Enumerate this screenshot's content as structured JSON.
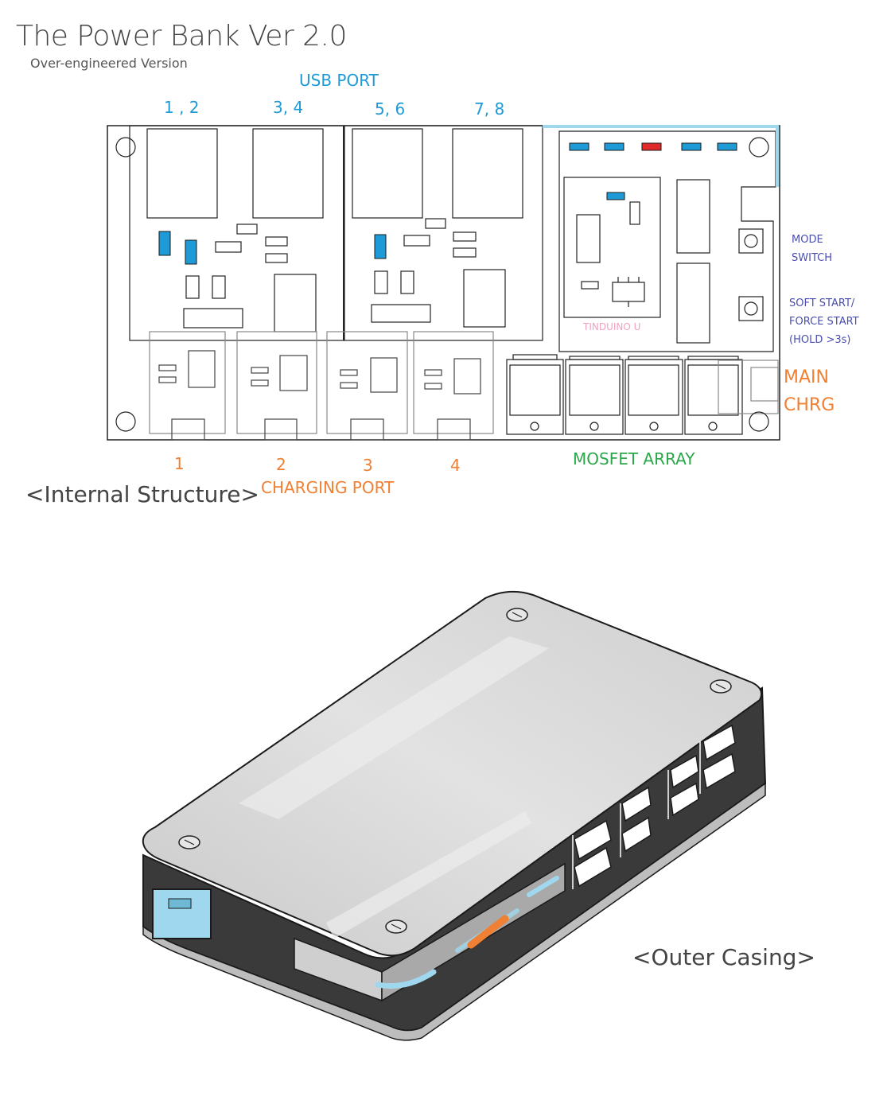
{
  "title": "The Power Bank Ver 2.0",
  "subtitle": "Over-engineered Version",
  "usb": {
    "heading": "USB PORT",
    "groups": [
      "1 , 2",
      "3, 4",
      "5, 6",
      "7, 8"
    ]
  },
  "charging": {
    "heading": "CHARGING PORT",
    "ports": [
      "1",
      "2",
      "3",
      "4"
    ]
  },
  "mosfet_label": "MOSFET ARRAY",
  "mcu_label": "TINDUINO U",
  "mode_switch": {
    "line1": "MODE",
    "line2": "SWITCH"
  },
  "soft_start": {
    "line1": "SOFT START/",
    "line2": "FORCE START",
    "line3": "(HOLD >3s)"
  },
  "main_chrg": {
    "line1": "MAIN",
    "line2": "CHRG"
  },
  "section_internal": "<Internal Structure>",
  "section_outer": "<Outer Casing>",
  "colors": {
    "usb_label": "#1e9ad6",
    "charging_label": "#f08033",
    "mosfet_label": "#2aa84a",
    "switch_label": "#4a4eb0",
    "led_blue": "#1e9ad6",
    "led_red": "#e02a2a",
    "mcu_label": "#f4a0c0",
    "case_dark": "#3a3a3a",
    "case_top": "#d6d6d6",
    "accent_lightblue": "#9fd8ee",
    "accent_orange": "#f08033"
  }
}
